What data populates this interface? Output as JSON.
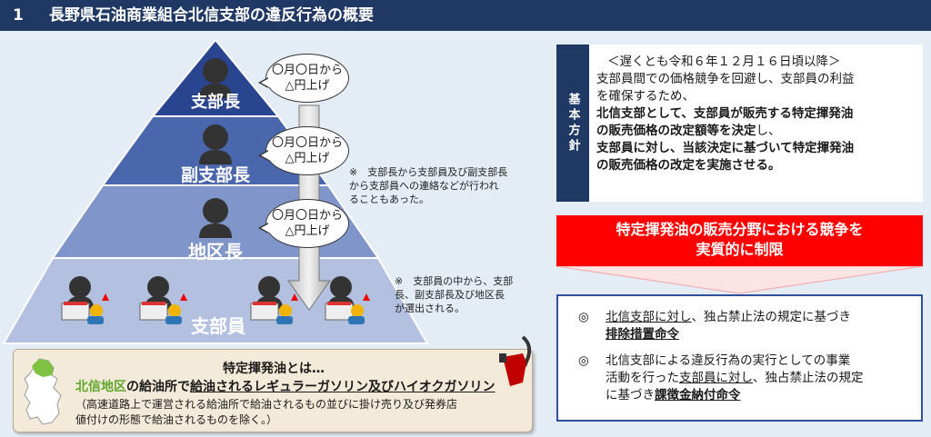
{
  "header": {
    "number": "1",
    "title": "長野県石油商業組合北信支部の違反行為の概要"
  },
  "pyramid": {
    "tiers": [
      "支部長",
      "副支部長",
      "地区長",
      "支部員"
    ],
    "bubbles": [
      {
        "line1": "〇月〇日から",
        "line2": "△円上げ"
      },
      {
        "line1": "〇月〇日から",
        "line2": "△円上げ"
      },
      {
        "line1": "〇月〇日から",
        "line2": "△円上げ"
      }
    ],
    "note1": [
      "※　支部長から支部員及び副支部長",
      "から支部員への連絡などが行われ",
      "ることもあった。"
    ],
    "note2": [
      "※　支部員の中から、支部",
      "長、副支部長及び地区長",
      "が選出される。"
    ],
    "colors": {
      "top": "#2a4590",
      "middle": "#4a66ad",
      "lower": "#8095c9",
      "base": "#b3c0e0"
    }
  },
  "scroll": {
    "line1": "特定揮発油とは…",
    "line2_a": "北信地区",
    "line2_b": "の給油所で",
    "line2_c": "給油されるレギュラーガソリン及びハイオクガソリン",
    "line3_a": "（高速道路上で運営される給油所で給油されるもの並びに掛け売り及び発券店",
    "line3_b": "値付けの形態で給油されるものを除く。）"
  },
  "policy": {
    "tag": "基本方針",
    "line1": "＜遅くとも令和６年１２月１６日頃以降＞",
    "line2": "支部員間での価格競争を回避し、支部員の利益",
    "line3": "を確保するため、",
    "line4": "北信支部として、支部員が販売する特定揮発油",
    "line5_b": "の販売価格の改定額等を決定",
    "line5_n": "し、",
    "line6": "支部員に対し、当該決定に基づいて特定揮発油",
    "line7": "の販売価格の改定を実施させる。"
  },
  "banner": {
    "line1": "特定揮発油の販売分野における競争を",
    "line2": "実質的に制限"
  },
  "results": {
    "mark": "◎",
    "item1_a": "北信支部に対し",
    "item1_b": "、独占禁止法の規定に基づき",
    "item1_c": "排除措置命令",
    "item2_a": "北信支部による違反行為の実行としての事業",
    "item2_b": "活動を行った",
    "item2_c": "支部員に対し",
    "item2_d": "、独占禁止法の規定",
    "item2_e": "に基づき",
    "item2_f": "課徴金納付命令"
  }
}
